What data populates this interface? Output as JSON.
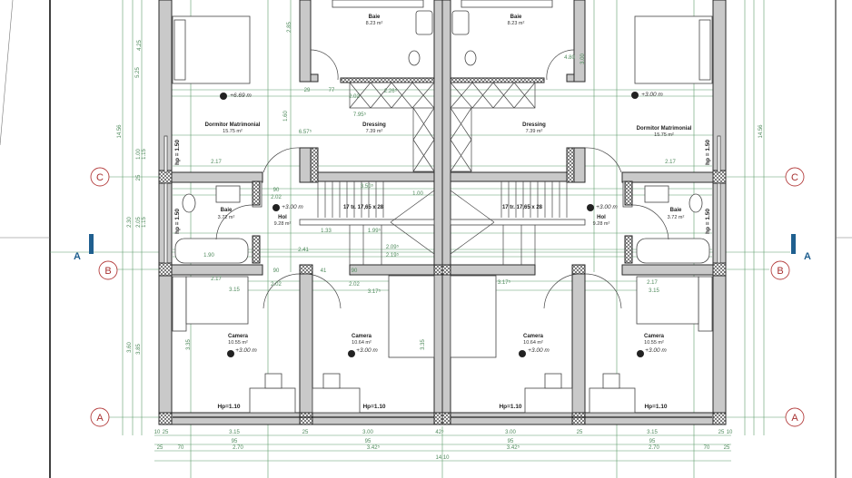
{
  "colors": {
    "wall": "#c9c9c9",
    "dimension": "#5f9c6c",
    "grid_axis": "#b54040",
    "section_marker": "#1f5f8f"
  },
  "grid_axes": [
    "A",
    "B",
    "C"
  ],
  "section_label": "A",
  "rooms_left": {
    "baie_top": {
      "name": "Baie",
      "area": "8.23 m²"
    },
    "dormitor": {
      "name": "Dormitor Matrimonial",
      "area": "15.75 m²",
      "level": "+6.69 m"
    },
    "dressing": {
      "name": "Dressing",
      "area": "7.39 m²"
    },
    "baie": {
      "name": "Baie",
      "area": "3.72 m²"
    },
    "hol": {
      "name": "Hol",
      "area": "9.28 m²",
      "level": "+3.00 m"
    },
    "stairs": "17 tr. 17,65 x 28",
    "camera_1": {
      "name": "Camera",
      "area": "10.55 m²",
      "level": "+3.00 m"
    },
    "camera_2": {
      "name": "Camera",
      "area": "10.64 m²",
      "level": "+3.00 m"
    }
  },
  "rooms_right": {
    "baie_top": {
      "name": "Baie",
      "area": "8.23 m²"
    },
    "dormitor": {
      "name": "Dormitor Matrimonial",
      "area": "15.75 m²",
      "level": "+3.00 m"
    },
    "dressing": {
      "name": "Dressing",
      "area": "7.39 m²"
    },
    "baie": {
      "name": "Baie",
      "area": "3.72 m²"
    },
    "hol": {
      "name": "Hol",
      "area": "9.28 m²",
      "level": "+3.00 m"
    },
    "stairs": "17 tr. 17,65 x 28",
    "camera_1": {
      "name": "Camera",
      "area": "10.64 m²",
      "level": "+3.00 m"
    },
    "camera_2": {
      "name": "Camera",
      "area": "10.55 m²",
      "level": "+3.00 m"
    }
  },
  "window_sill": {
    "hp110": "Hp=1.10",
    "hp150": "hp = 1.50"
  },
  "dimensions": {
    "bottom_row1": [
      "10",
      "25",
      "3.15",
      "25",
      "3.00",
      "42⁵",
      "3.00",
      "25",
      "3.15",
      "25",
      "10"
    ],
    "bottom_row2": [
      "95",
      "95",
      "95",
      "95"
    ],
    "bottom_row3": [
      "25",
      "70",
      "2.70",
      "3.42⁵",
      "3.42⁵",
      "2.70",
      "70",
      "25"
    ],
    "total_width": "14.10",
    "total_depth": "14.56",
    "left_vertical": [
      "2.30",
      "3.60",
      "3.85",
      "1.00",
      "1.15",
      "25",
      "2.05",
      "1.15"
    ],
    "interior": [
      "2.17",
      "2.17",
      "3.15",
      "3.17⁵",
      "3.17⁵",
      "3.15",
      "2.17",
      "2.17",
      "90",
      "2.02",
      "90",
      "2.02",
      "2.41",
      "41",
      "90",
      "2.02",
      "3.50⁵",
      "1.00",
      "1.33",
      "1.99⁵",
      "2.09⁵",
      "2.19⁵",
      "1.90",
      "29",
      "77",
      "2.02",
      "2.26⁵",
      "7.95⁵",
      "6.57⁵",
      "1.60",
      "2.85",
      "4.25",
      "5.25",
      "4.80",
      "3.00",
      "3.35",
      "3.35"
    ]
  }
}
